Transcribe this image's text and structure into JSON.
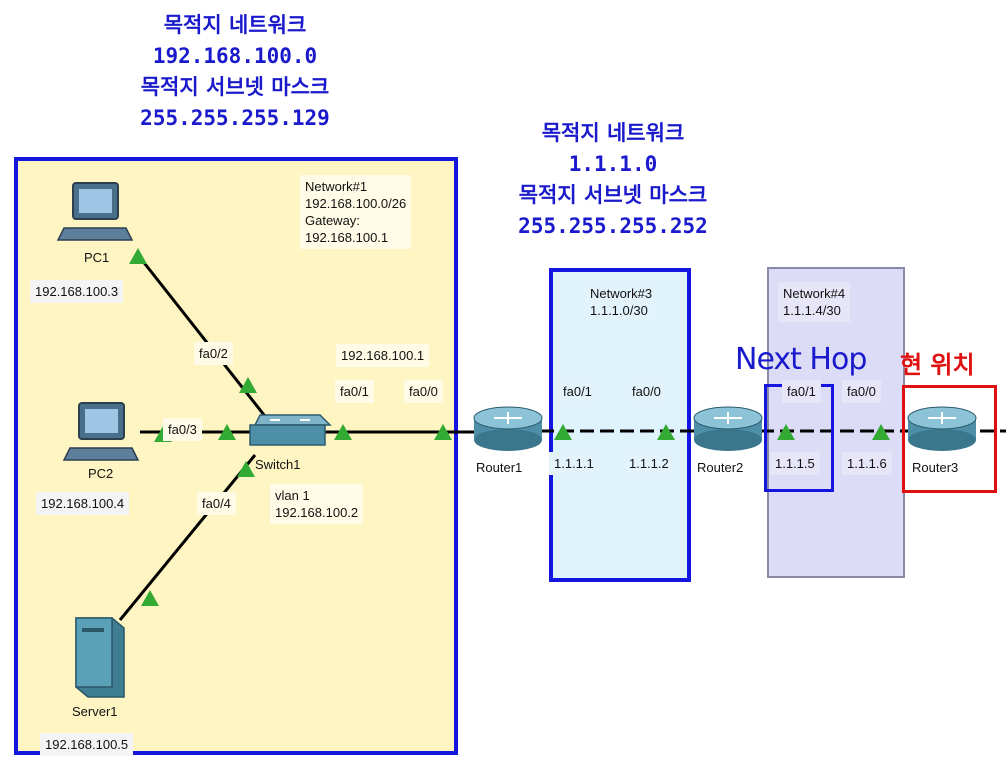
{
  "annotations": {
    "left": {
      "line1": "목적지 네트워크",
      "line2": "192.168.100.0",
      "line3": "목적지 서브넷 마스크",
      "line4": "255.255.255.129"
    },
    "middle": {
      "line1": "목적지 네트워크",
      "line2": "1.1.1.0",
      "line3": "목적지 서브넷 마스크",
      "line4": "255.255.255.252"
    },
    "next_hop": "Next Hop",
    "current": "현 위치"
  },
  "network1": {
    "title": "Network#1",
    "subnet": "192.168.100.0/26",
    "gateway_label": "Gateway:",
    "gateway": "192.168.100.1"
  },
  "network3": {
    "title": "Network#3",
    "subnet": "1.1.1.0/30"
  },
  "network4": {
    "title": "Network#4",
    "subnet": "1.1.1.4/30"
  },
  "devices": {
    "pc1": {
      "name": "PC1",
      "ip": "192.168.100.3"
    },
    "pc2": {
      "name": "PC2",
      "ip": "192.168.100.4"
    },
    "server1": {
      "name": "Server1",
      "ip": "192.168.100.5"
    },
    "switch1": {
      "name": "Switch1",
      "vlan": "vlan 1",
      "vlan_ip": "192.168.100.2"
    },
    "router1": {
      "name": "Router1"
    },
    "router2": {
      "name": "Router2"
    },
    "router3": {
      "name": "Router3"
    }
  },
  "ports": {
    "sw_fa0_2": "fa0/2",
    "sw_fa0_3": "fa0/3",
    "sw_fa0_4": "fa0/4",
    "sw_fa0_1": "fa0/1",
    "r1_fa0_0": "fa0/0",
    "r1_ip": "192.168.100.1",
    "r1_fa0_1": "fa0/1",
    "r2_fa0_0": "fa0/0",
    "r2_fa0_1": "fa0/1",
    "r3_fa0_0": "fa0/0"
  },
  "ips": {
    "r1_net3": "1.1.1.1",
    "r2_net3": "1.1.1.2",
    "r2_net4": "1.1.1.5",
    "r3_net4": "1.1.1.6"
  },
  "colors": {
    "annotation_blue": "#1a1acc",
    "current_red": "#e01010",
    "network1_fill": "#fff5c2",
    "network3_fill": "#dff3fc",
    "network4_fill": "#dcdcf6",
    "link_green": "#33aa33"
  }
}
